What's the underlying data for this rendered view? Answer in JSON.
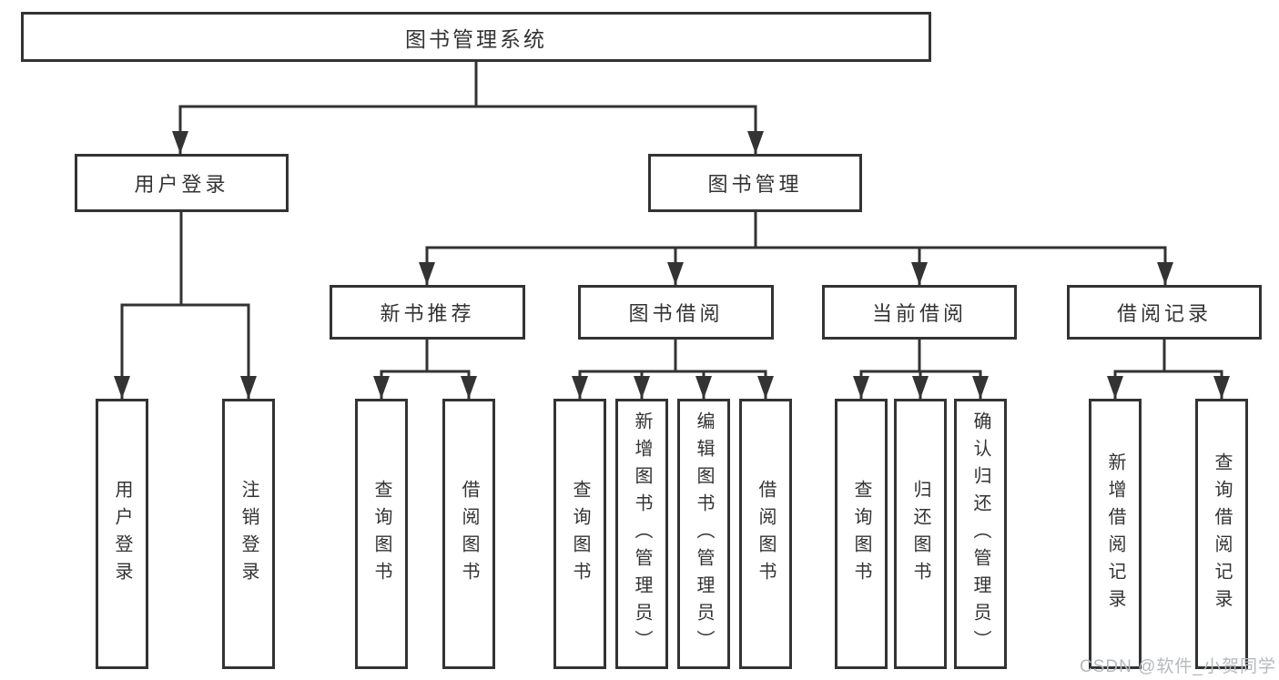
{
  "tree": {
    "label": "图书管理系统",
    "children": [
      {
        "label": "用户登录",
        "children": [
          {
            "label": "用户登录"
          },
          {
            "label": "注销登录"
          }
        ]
      },
      {
        "label": "图书管理",
        "children": [
          {
            "label": "新书推荐",
            "children": [
              {
                "label": "查询图书"
              },
              {
                "label": "借阅图书"
              }
            ]
          },
          {
            "label": "图书借阅",
            "children": [
              {
                "label": "查询图书"
              },
              {
                "label": "新增图书（管理员）"
              },
              {
                "label": "编辑图书（管理员）"
              },
              {
                "label": "借阅图书"
              }
            ]
          },
          {
            "label": "当前借阅",
            "children": [
              {
                "label": "查询图书"
              },
              {
                "label": "归还图书"
              },
              {
                "label": "确认归还（管理员）"
              }
            ]
          },
          {
            "label": "借阅记录",
            "children": [
              {
                "label": "新增借阅记录"
              },
              {
                "label": "查询借阅记录"
              }
            ]
          }
        ]
      }
    ]
  },
  "watermark": "CSDN @软件_小贺同学",
  "colors": {
    "line": "#333333",
    "text": "#333333",
    "box_background": "#ffffff",
    "page_background": "#ffffff",
    "watermark": "#b5b9bd"
  }
}
